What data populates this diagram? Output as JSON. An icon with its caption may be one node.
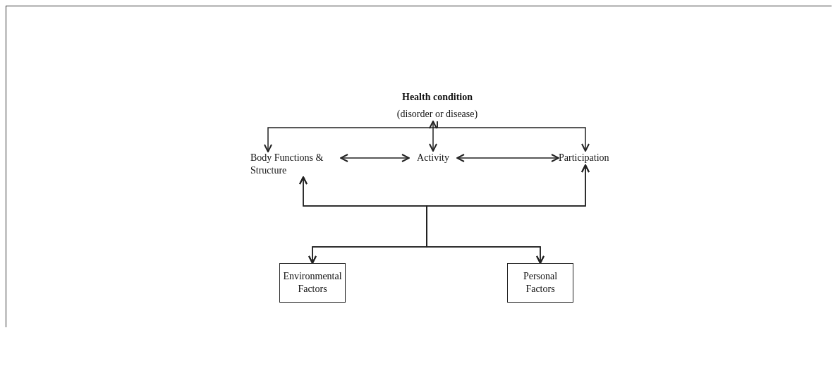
{
  "diagram": {
    "nodes": [
      {
        "text": [
          "Health condition",
          "(disorder or disease)"
        ]
      },
      {
        "text": [
          "Body Functions & Structure"
        ]
      },
      {
        "text": [
          "Activity"
        ]
      },
      {
        "text": [
          "Participation"
        ]
      },
      {
        "text": [
          "Environmental Factors"
        ]
      },
      {
        "text": [
          "Personal Factors"
        ]
      }
    ],
    "edges": [
      {
        "from": 0,
        "to": 1,
        "arrow": "to"
      },
      {
        "from": 0,
        "to": 2,
        "arrow": "both"
      },
      {
        "from": 0,
        "to": 3,
        "arrow": "to"
      },
      {
        "from": 1,
        "to": 2,
        "arrow": "both"
      },
      {
        "from": 2,
        "to": 3,
        "arrow": "both"
      },
      {
        "from": 4,
        "to": 1,
        "arrow": "both"
      },
      {
        "from": 4,
        "to": 3,
        "arrow": "both"
      },
      {
        "from": 5,
        "to": 1,
        "arrow": "both"
      },
      {
        "from": 5,
        "to": 3,
        "arrow": "both"
      }
    ]
  }
}
